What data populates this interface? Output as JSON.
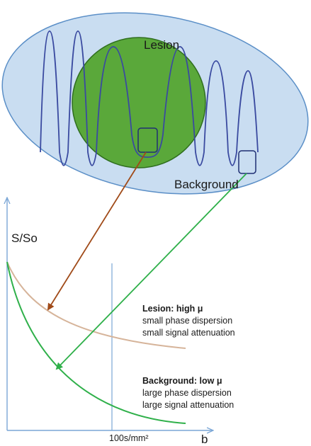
{
  "labels": {
    "lesion": "Lesion",
    "background": "Background",
    "y_axis": "S/So",
    "x_axis": "b",
    "b_marker": "100s/mm²"
  },
  "annotations": {
    "lesion": {
      "title": "Lesion: high μ",
      "line1": "small phase dispersion",
      "line2": "small signal attenuation"
    },
    "background": {
      "title": "Background: low μ",
      "line1": "large phase dispersion",
      "line2": "large signal attenuation"
    }
  },
  "colors": {
    "ellipse_fill": "#c9ddf1",
    "ellipse_stroke": "#5b8fc7",
    "lesion_fill": "#5aa83a",
    "lesion_stroke": "#2f6e1e",
    "wave": "#3a4aa0",
    "axis": "#7aa6d6",
    "lesion_curve": "#d6b49a",
    "background_curve": "#2fb04a",
    "brown_arrow": "#a04a18",
    "green_arrow": "#2fb04a"
  }
}
